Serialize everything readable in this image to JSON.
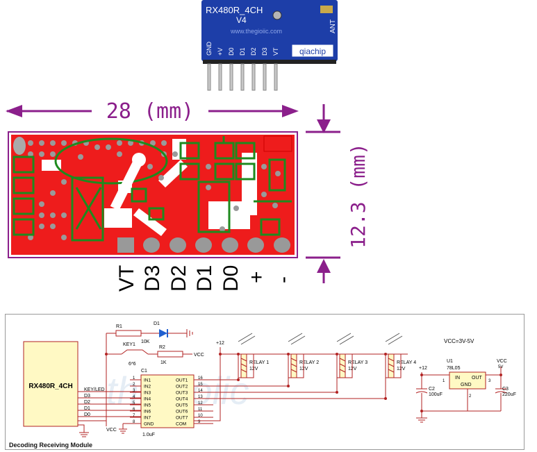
{
  "module": {
    "model": "RX480R_4CH",
    "version": "V4",
    "ant_label": "ANT",
    "website": "www.thegioiic.com",
    "brand": "qiachip",
    "pins": [
      "GND",
      "+V",
      "D0",
      "D1",
      "D2",
      "D3",
      "VT"
    ]
  },
  "dimensions": {
    "width": "28 (mm)",
    "height": "12.3 (mm)",
    "pin_labels": [
      "VT",
      "D3",
      "D2",
      "D1",
      "D0",
      "+",
      "-"
    ]
  },
  "schematic": {
    "caption": "Decoding Receiving Module",
    "module_label": "RX480R_4CH",
    "module_pins": [
      "KEY/LED",
      "D3",
      "D2",
      "D1",
      "D0"
    ],
    "vcc": "VCC",
    "plus12": "+12",
    "r1": "R1",
    "r1_value": "10K",
    "r2": "R2",
    "r2_value": "1K",
    "d1": "D1",
    "key1": "KEY1",
    "key_size": "6*6",
    "c1": "C1",
    "c1_value": "1.0uF",
    "ic_in": [
      "IN1",
      "IN2",
      "IN3",
      "IN4",
      "IN5",
      "IN6",
      "IN7",
      "GND"
    ],
    "ic_out": [
      "OUT1",
      "OUT2",
      "OUT3",
      "OUT4",
      "OUT5",
      "OUT6",
      "OUT7",
      "COM"
    ],
    "ic_pins_left": [
      "1",
      "2",
      "3",
      "4",
      "5",
      "6",
      "7",
      "8"
    ],
    "ic_pins_right": [
      "16",
      "15",
      "14",
      "13",
      "12",
      "11",
      "10",
      "9"
    ],
    "relays": [
      "RELAY 1",
      "RELAY 2",
      "RELAY 3",
      "RELAY 4"
    ],
    "relay_voltage": "12V",
    "vcc_range": "VCC=3V-5V",
    "u1": "U1",
    "u1_part": "78L05",
    "reg_in": "IN",
    "reg_out": "OUT",
    "reg_gnd": "GND",
    "reg_pin1": "1",
    "reg_pin2": "2",
    "reg_pin3": "3",
    "c2": "C2",
    "c2_value": "100uF",
    "c3": "C3",
    "c3_value": "220uF",
    "reg_vcc": "VCC",
    "reg_5v": "5V"
  },
  "colors": {
    "board": "#1d3ea8",
    "copper": "#ee1c1c",
    "outline": "#8b1f8b",
    "silk": "#1e8a1e",
    "dim": "#8b1f8b"
  }
}
